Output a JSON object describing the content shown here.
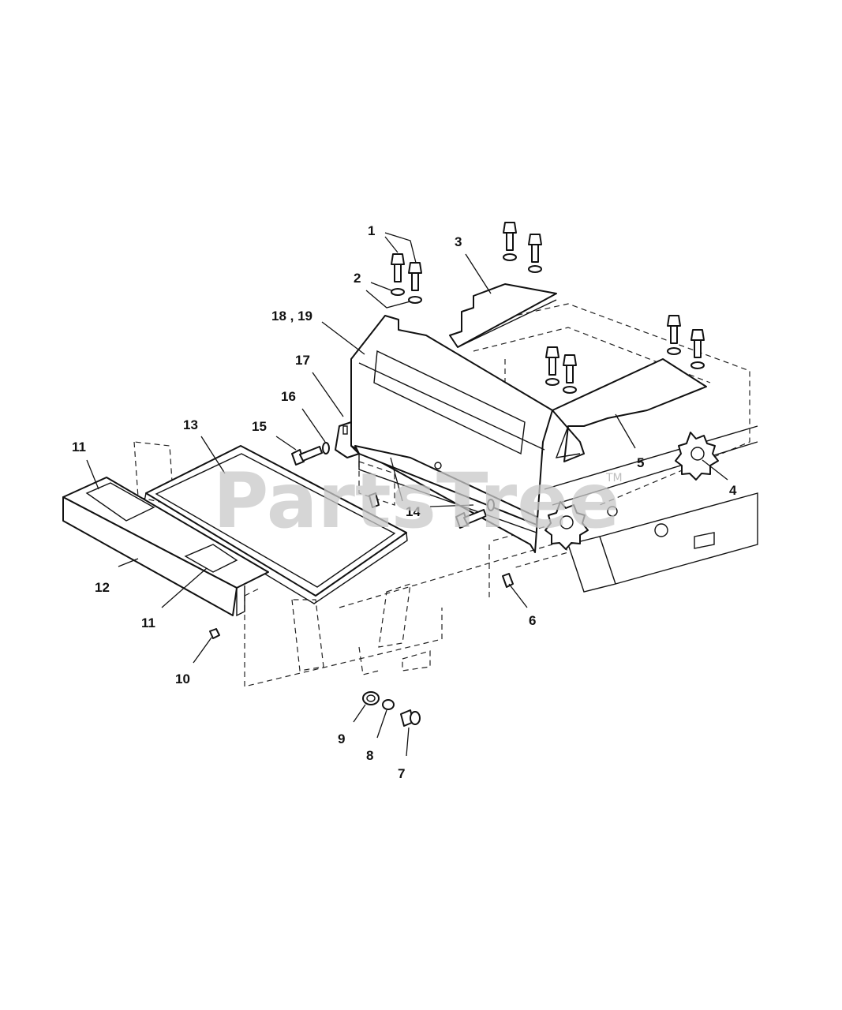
{
  "watermark": {
    "text": "PartsTree",
    "trademark": "TM"
  },
  "callouts": [
    {
      "id": "c1",
      "label": "1"
    },
    {
      "id": "c2",
      "label": "2"
    },
    {
      "id": "c3",
      "label": "3"
    },
    {
      "id": "c18-19",
      "label": "18 , 19"
    },
    {
      "id": "c17",
      "label": "17"
    },
    {
      "id": "c16",
      "label": "16"
    },
    {
      "id": "c15",
      "label": "15"
    },
    {
      "id": "c13",
      "label": "13"
    },
    {
      "id": "c11a",
      "label": "11"
    },
    {
      "id": "c12",
      "label": "12"
    },
    {
      "id": "c11b",
      "label": "11"
    },
    {
      "id": "c10",
      "label": "10"
    },
    {
      "id": "c14",
      "label": "14"
    },
    {
      "id": "c5",
      "label": "5"
    },
    {
      "id": "c4",
      "label": "4"
    },
    {
      "id": "c6",
      "label": "6"
    },
    {
      "id": "c9",
      "label": "9"
    },
    {
      "id": "c8",
      "label": "8"
    },
    {
      "id": "c7",
      "label": "7"
    }
  ]
}
